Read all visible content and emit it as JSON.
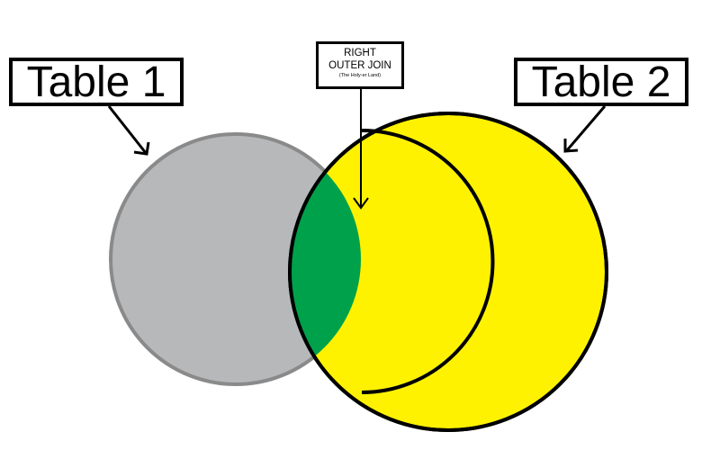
{
  "labels": {
    "table1": "Table 1",
    "table2": "Table 2",
    "join_line1": "RIGHT",
    "join_line2": "OUTER JOIN",
    "join_subtitle": "(The Holy-er Land)"
  },
  "colors": {
    "table1_fill": "#b7b8b9",
    "table1_stroke": "#8a8a8a",
    "table2_fill": "#fff200",
    "overlap_fill": "#00a14b",
    "outline": "#000000"
  }
}
